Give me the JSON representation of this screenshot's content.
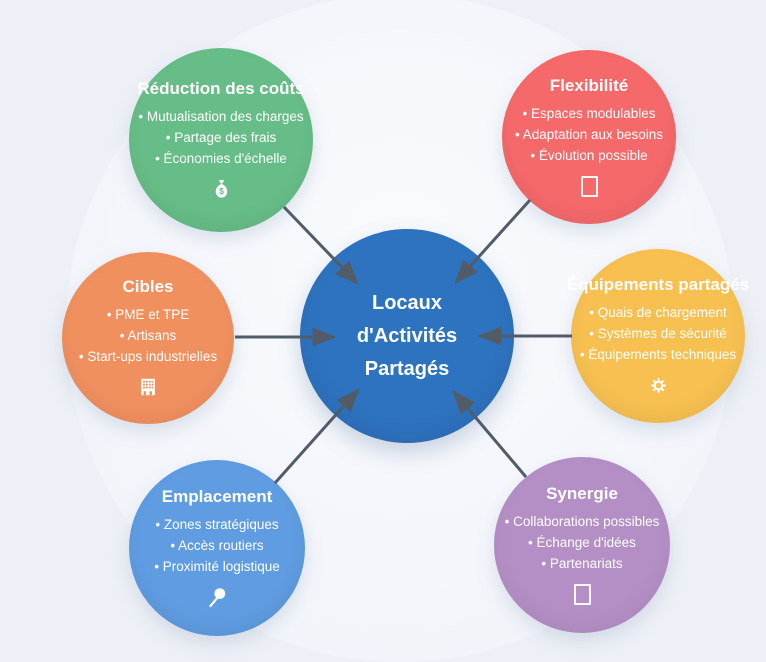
{
  "colors": {
    "background": "#edf0f6",
    "halo": "#f4f6fb",
    "arrow": "#525c68",
    "text": "#ffffff"
  },
  "diagram": {
    "center": {
      "title_lines": [
        "Locaux",
        "d'Activités",
        "Partagés"
      ],
      "color": "#2e73c0"
    },
    "nodes": [
      {
        "title": "Réduction des coûts",
        "items": [
          "• Mutualisation des charges",
          "• Partage des frais",
          "• Économies d'échelle"
        ],
        "icon": "money-bag-icon",
        "icon_symbol": "$",
        "color": "#67bd87"
      },
      {
        "title": "Flexibilité",
        "items": [
          "• Espaces modulables",
          "• Adaptation aux besoins",
          "• Évolution possible"
        ],
        "icon": "missing-glyph-icon",
        "color": "#f5696b"
      },
      {
        "title": "Cibles",
        "items": [
          "• PME et TPE",
          "• Artisans",
          "• Start-ups industrielles"
        ],
        "icon": "building-icon",
        "color": "#f1905f"
      },
      {
        "title": "Équipements partagés",
        "items": [
          "• Quais de chargement",
          "• Systèmes de sécurité",
          "• Équipements techniques"
        ],
        "icon": "gear-icon",
        "color": "#f7c051"
      },
      {
        "title": "Emplacement",
        "items": [
          "• Zones stratégiques",
          "• Accès routiers",
          "• Proximité logistique"
        ],
        "icon": "round-pushpin-icon",
        "color": "#5f9ce1"
      },
      {
        "title": "Synergie",
        "items": [
          "• Collaborations possibles",
          "• Échange d'idées",
          "• Partenariats"
        ],
        "icon": "missing-glyph-icon",
        "color": "#b48fc6"
      }
    ]
  }
}
